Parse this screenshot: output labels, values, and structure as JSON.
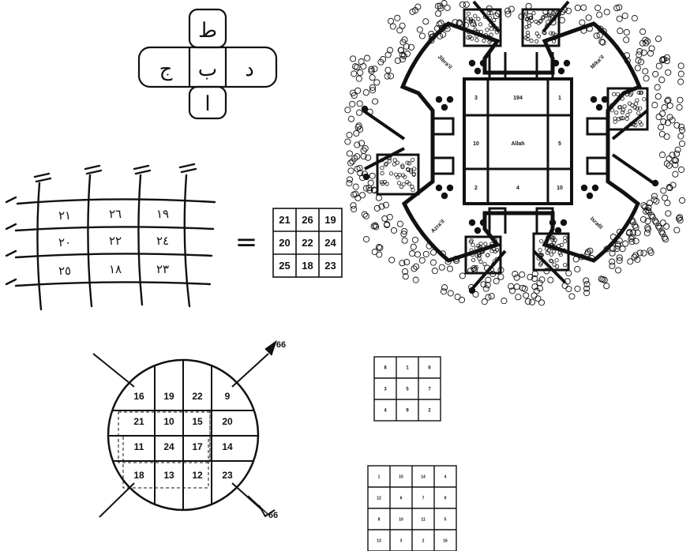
{
  "cross": {
    "top": "ط",
    "left": "ج",
    "center": "ب",
    "right": "د",
    "bottom": "ا"
  },
  "handwritten_grid": {
    "rows": [
      [
        "٢١",
        "٢٦",
        "١٩"
      ],
      [
        "٢٠",
        "٢٢",
        "٢٤"
      ],
      [
        "٢٥",
        "١٨",
        "٢٣"
      ]
    ]
  },
  "equals": "=",
  "printed_square": {
    "rows": [
      [
        "21",
        "26",
        "19"
      ],
      [
        "20",
        "22",
        "24"
      ],
      [
        "25",
        "18",
        "23"
      ]
    ]
  },
  "mandala": {
    "center": "Allah",
    "cells": [
      "3",
      "194",
      "1",
      "10",
      "5",
      "2",
      "4",
      "10"
    ],
    "corner_labels": [
      "Jibra'il",
      "Mika'il",
      "Azra'il",
      "Israfil"
    ]
  },
  "circle_square": {
    "rows": [
      [
        "16",
        "19",
        "22",
        "9"
      ],
      [
        "21",
        "10",
        "15",
        "20"
      ],
      [
        "11",
        "24",
        "17",
        "14"
      ],
      [
        "18",
        "13",
        "12",
        "23"
      ]
    ],
    "pointer_top": "66",
    "pointer_bottom": "66"
  },
  "small_square_3": {
    "rows": [
      [
        "8",
        "1",
        "6"
      ],
      [
        "3",
        "5",
        "7"
      ],
      [
        "4",
        "9",
        "2"
      ]
    ]
  },
  "small_square_4": {
    "rows": [
      [
        "1",
        "15",
        "14",
        "4"
      ],
      [
        "12",
        "6",
        "7",
        "9"
      ],
      [
        "8",
        "10",
        "11",
        "5"
      ],
      [
        "13",
        "3",
        "2",
        "16"
      ]
    ]
  }
}
